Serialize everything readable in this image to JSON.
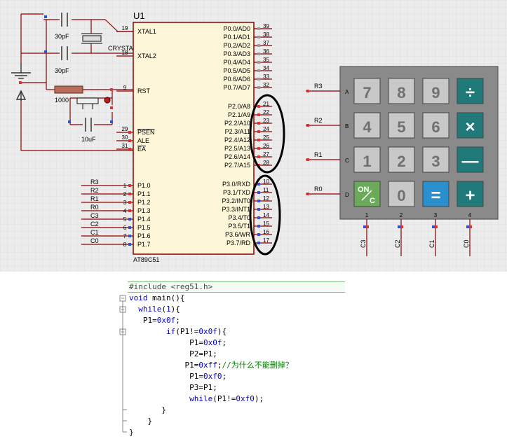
{
  "schematic": {
    "chip": {
      "name": "U1",
      "part": "AT89C51"
    },
    "left_top_pins": [
      {
        "num": "19",
        "label": "XTAL1"
      },
      {
        "num": "18",
        "label": "XTAL2"
      },
      {
        "num": "9",
        "label": "RST"
      },
      {
        "num": "29",
        "label": "PSEN"
      },
      {
        "num": "30",
        "label": "ALE"
      },
      {
        "num": "31",
        "label": "EA"
      }
    ],
    "p1_pins": [
      {
        "num": "1",
        "label": "P1.0",
        "net": "R3"
      },
      {
        "num": "2",
        "label": "P1.1",
        "net": "R2"
      },
      {
        "num": "3",
        "label": "P1.2",
        "net": "R1"
      },
      {
        "num": "4",
        "label": "P1.3",
        "net": "R0"
      },
      {
        "num": "5",
        "label": "P1.4",
        "net": "C3"
      },
      {
        "num": "6",
        "label": "P1.5",
        "net": "C2"
      },
      {
        "num": "7",
        "label": "P1.6",
        "net": "C1"
      },
      {
        "num": "8",
        "label": "P1.7",
        "net": "C0"
      }
    ],
    "p0_pins": [
      {
        "num": "39",
        "label": "P0.0/AD0"
      },
      {
        "num": "38",
        "label": "P0.1/AD1"
      },
      {
        "num": "37",
        "label": "P0.2/AD2"
      },
      {
        "num": "36",
        "label": "P0.3/AD3"
      },
      {
        "num": "35",
        "label": "P0.4/AD4"
      },
      {
        "num": "34",
        "label": "P0.5/AD5"
      },
      {
        "num": "33",
        "label": "P0.6/AD6"
      },
      {
        "num": "32",
        "label": "P0.7/AD7"
      }
    ],
    "p2_pins": [
      {
        "num": "21",
        "label": "P2.0/A8"
      },
      {
        "num": "22",
        "label": "P2.1/A9"
      },
      {
        "num": "23",
        "label": "P2.2/A10"
      },
      {
        "num": "24",
        "label": "P2.3/A11"
      },
      {
        "num": "25",
        "label": "P2.4/A12"
      },
      {
        "num": "26",
        "label": "P2.5/A13"
      },
      {
        "num": "27",
        "label": "P2.6/A14"
      },
      {
        "num": "28",
        "label": "P2.7/A15"
      }
    ],
    "p3_pins": [
      {
        "num": "10",
        "label": "P3.0/RXD"
      },
      {
        "num": "11",
        "label": "P3.1/TXD"
      },
      {
        "num": "12",
        "label": "P3.2/INT0"
      },
      {
        "num": "13",
        "label": "P3.3/INT1"
      },
      {
        "num": "14",
        "label": "P3.4/T0"
      },
      {
        "num": "15",
        "label": "P3.5/T1"
      },
      {
        "num": "16",
        "label": "P3.6/WR"
      },
      {
        "num": "17",
        "label": "P3.7/RD"
      }
    ],
    "components": {
      "cap1": "30pF",
      "cap2": "30pF",
      "crystal": "CRYSTAL",
      "resistor": "1000",
      "cap3": "10uF"
    },
    "keypad": {
      "rows": [
        {
          "net": "R3",
          "letter": "A",
          "keys": [
            "7",
            "8",
            "9",
            "÷"
          ]
        },
        {
          "net": "R2",
          "letter": "B",
          "keys": [
            "4",
            "5",
            "6",
            "×"
          ]
        },
        {
          "net": "R1",
          "letter": "C",
          "keys": [
            "1",
            "2",
            "3",
            "—"
          ]
        },
        {
          "net": "R0",
          "letter": "D",
          "keys": [
            "ON/C",
            "0",
            "=",
            "+"
          ]
        }
      ],
      "col_nums": [
        "1",
        "2",
        "3",
        "4"
      ],
      "col_nets": [
        "C3",
        "C2",
        "C1",
        "C0"
      ],
      "on_key": {
        "top": "ON",
        "bottom": "C"
      }
    }
  },
  "code": {
    "lines": [
      [
        {
          "t": "#include <reg51.h>",
          "c": "pp"
        }
      ],
      [
        {
          "t": "void",
          "c": "kw"
        },
        {
          "t": " main(){",
          "c": "tx"
        }
      ],
      [
        {
          "t": "  ",
          "c": "tx"
        },
        {
          "t": "while",
          "c": "kw"
        },
        {
          "t": "(",
          "c": "tx"
        },
        {
          "t": "1",
          "c": "num"
        },
        {
          "t": "){",
          "c": "tx"
        }
      ],
      [
        {
          "t": "   P1=",
          "c": "tx"
        },
        {
          "t": "0x0f",
          "c": "num"
        },
        {
          "t": ";",
          "c": "tx"
        }
      ],
      [
        {
          "t": "        ",
          "c": "tx"
        },
        {
          "t": "if",
          "c": "kw"
        },
        {
          "t": "(P1!=",
          "c": "tx"
        },
        {
          "t": "0x0f",
          "c": "num"
        },
        {
          "t": "){",
          "c": "tx"
        }
      ],
      [
        {
          "t": "             P1=",
          "c": "tx"
        },
        {
          "t": "0x0f",
          "c": "num"
        },
        {
          "t": ";",
          "c": "tx"
        }
      ],
      [
        {
          "t": "             P2=P1;",
          "c": "tx"
        }
      ],
      [
        {
          "t": "            P1=",
          "c": "tx"
        },
        {
          "t": "0xff",
          "c": "num"
        },
        {
          "t": ";",
          "c": "tx"
        },
        {
          "t": "//为什么不能删掉？",
          "c": "cm"
        }
      ],
      [
        {
          "t": "             P1=",
          "c": "tx"
        },
        {
          "t": "0xf0",
          "c": "num"
        },
        {
          "t": ";",
          "c": "tx"
        }
      ],
      [
        {
          "t": "             P3=P1;",
          "c": "tx"
        }
      ],
      [
        {
          "t": "             ",
          "c": "tx"
        },
        {
          "t": "while",
          "c": "kw"
        },
        {
          "t": "(P1!=",
          "c": "tx"
        },
        {
          "t": "0xf0",
          "c": "num"
        },
        {
          "t": ");",
          "c": "tx"
        }
      ],
      [
        {
          "t": "       }",
          "c": "tx"
        }
      ],
      [
        {
          "t": "    }",
          "c": "tx"
        }
      ],
      [
        {
          "t": "}",
          "c": "tx"
        }
      ]
    ]
  }
}
